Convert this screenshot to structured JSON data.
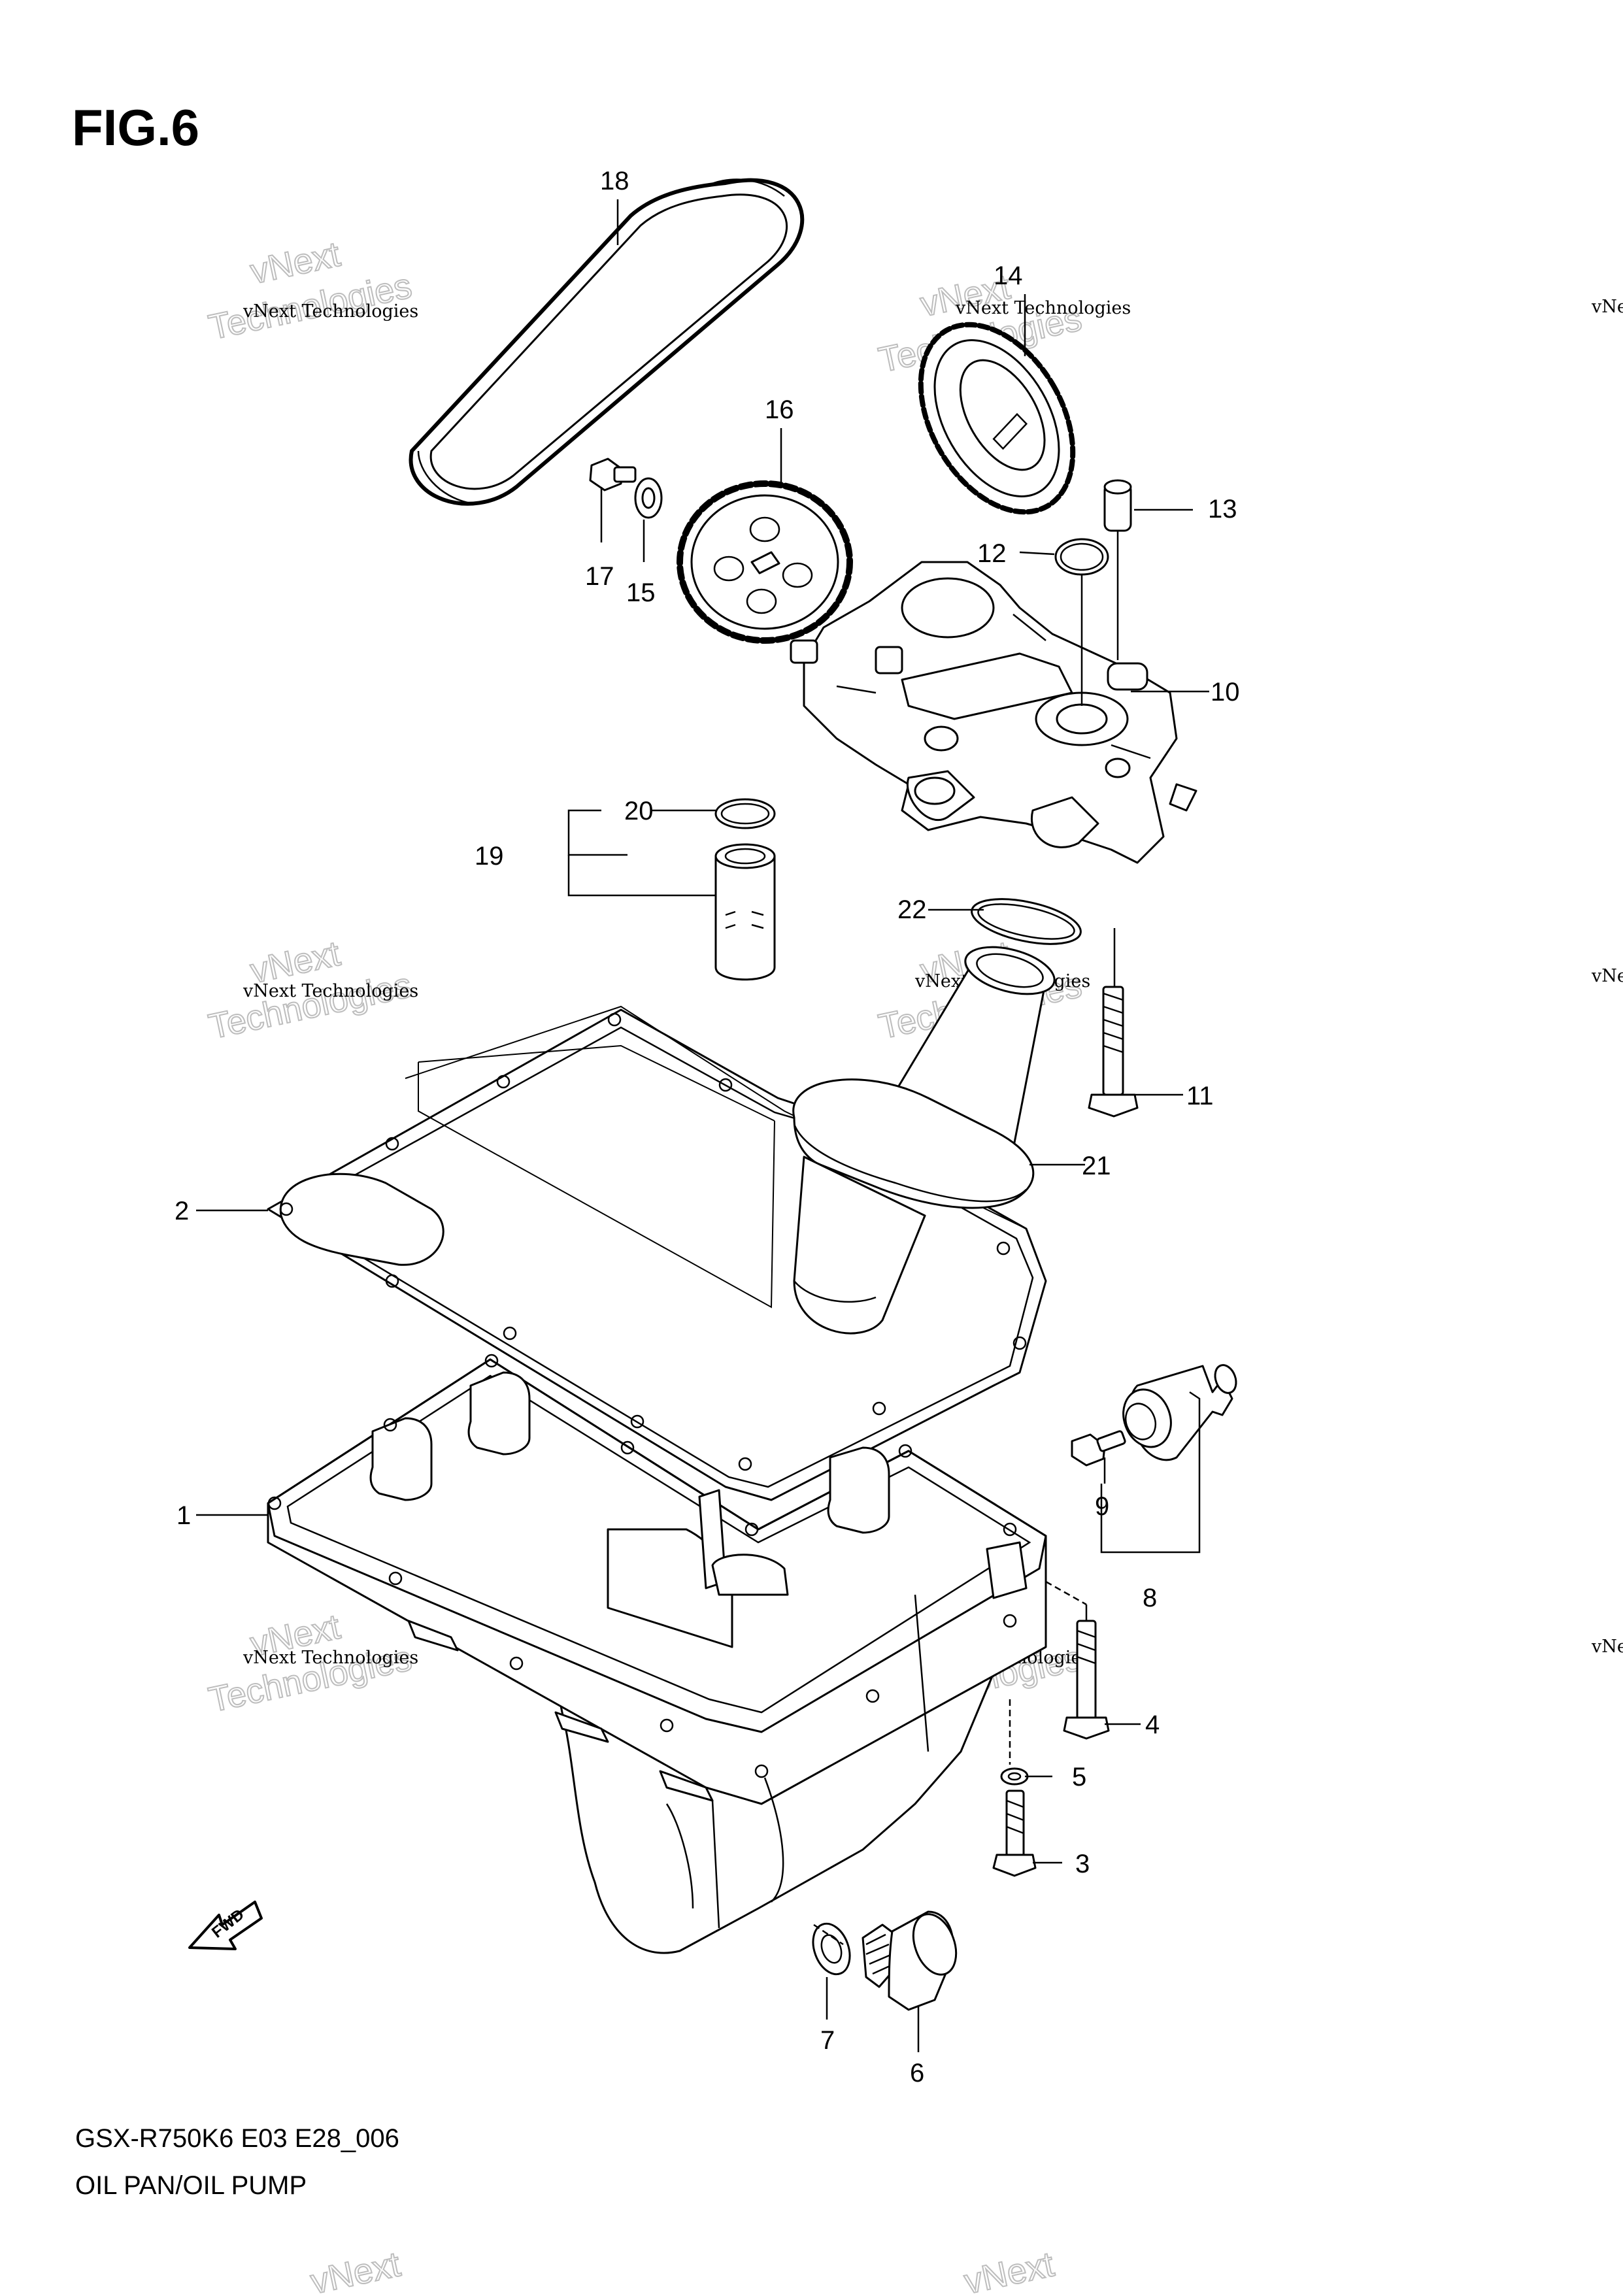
{
  "figure_title": "FIG.6",
  "footer": {
    "model_code": "GSX-R750K6 E03 E28_006",
    "section_name": "OIL PAN/OIL PUMP"
  },
  "watermark": {
    "line1": "vNext",
    "line2": "Technologies",
    "small": "vNext Technologies"
  },
  "fwd_label": "FWD",
  "callouts": [
    {
      "num": "1",
      "part": "oil-pan"
    },
    {
      "num": "2",
      "part": "oil-pan-gasket"
    },
    {
      "num": "3",
      "part": "bolt"
    },
    {
      "num": "4",
      "part": "bolt"
    },
    {
      "num": "5",
      "part": "washer"
    },
    {
      "num": "6",
      "part": "drain-plug"
    },
    {
      "num": "7",
      "part": "gasket"
    },
    {
      "num": "8",
      "part": "oil-pressure-switch-assembly"
    },
    {
      "num": "9",
      "part": "bolt"
    },
    {
      "num": "10",
      "part": "oil-pump"
    },
    {
      "num": "11",
      "part": "bolt"
    },
    {
      "num": "12",
      "part": "o-ring"
    },
    {
      "num": "13",
      "part": "dowel-pin"
    },
    {
      "num": "14",
      "part": "gear"
    },
    {
      "num": "15",
      "part": "washer"
    },
    {
      "num": "16",
      "part": "sprocket"
    },
    {
      "num": "17",
      "part": "bolt"
    },
    {
      "num": "18",
      "part": "chain"
    },
    {
      "num": "19",
      "part": "pipe-assembly"
    },
    {
      "num": "20",
      "part": "o-ring"
    },
    {
      "num": "21",
      "part": "oil-strainer"
    },
    {
      "num": "22",
      "part": "o-ring"
    }
  ]
}
